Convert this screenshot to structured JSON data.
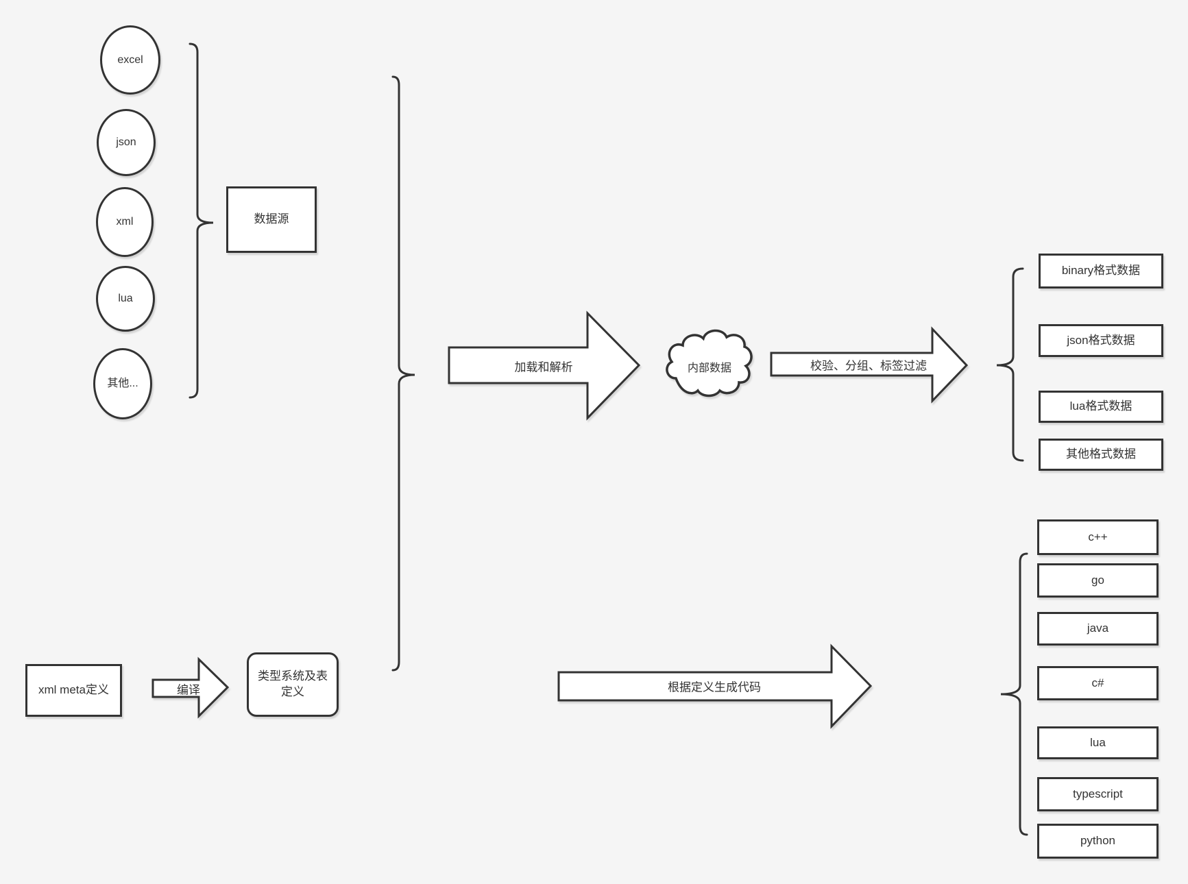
{
  "diagram": {
    "background_color": "#f5f5f5",
    "stroke_color": "#333333",
    "fill_color": "#ffffff",
    "text_color": "#333333"
  },
  "sources": {
    "nodes": [
      "excel",
      "json",
      "xml",
      "lua",
      "其他..."
    ],
    "group_box_label": "数据源"
  },
  "flow": {
    "load_parse_arrow_label": "加载和解析",
    "internal_data_label": "内部数据",
    "filter_arrow_label": "校验、分组、标签过滤",
    "compile_arrow_label": "编译",
    "codegen_arrow_label": "根据定义生成代码"
  },
  "definitions": {
    "xml_meta_box_label": "xml meta定义",
    "type_system_box_label": "类型系统及表定义"
  },
  "output_formats": [
    "binary格式数据",
    "json格式数据",
    "lua格式数据",
    "其他格式数据"
  ],
  "languages": [
    "c++",
    "go",
    "java",
    "c#",
    "lua",
    "typescript",
    "python"
  ]
}
